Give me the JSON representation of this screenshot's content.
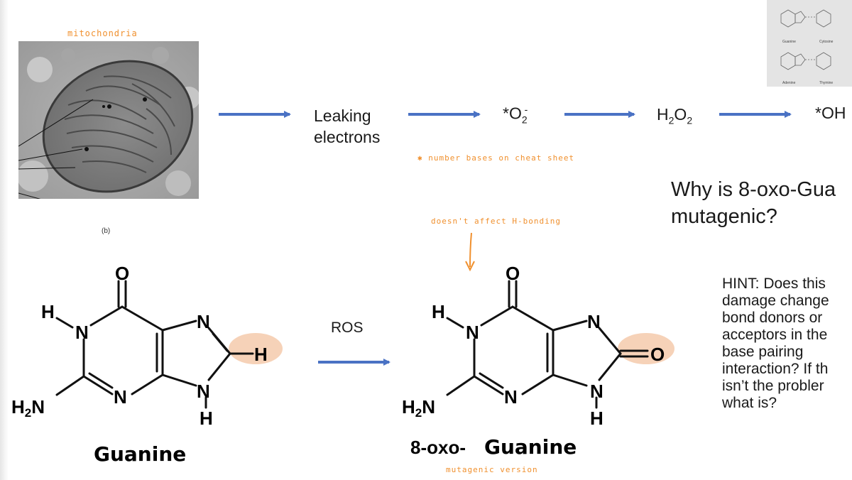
{
  "annotations": {
    "mitochondria": "mitochondria",
    "number_bases": "number bases on cheat sheet",
    "no_hbond": "doesn't affect H-bonding",
    "mutagenic_version": "mutagenic version"
  },
  "micrograph": {
    "caption": "(b)"
  },
  "thumbnail": {
    "labels": [
      "Guanine",
      "Cytosine",
      "Adenine",
      "Thymine"
    ]
  },
  "pathway": {
    "step1_line1": "Leaking",
    "step1_line2": "electrons",
    "superoxide": "*O",
    "superoxide_sub": "2",
    "superoxide_sup": "-",
    "peroxide_a": "H",
    "peroxide_sub1": "2",
    "peroxide_b": "O",
    "peroxide_sub2": "2",
    "hydroxyl": "*OH"
  },
  "reaction": {
    "arrow_label": "ROS"
  },
  "guanine": {
    "name": "Guanine",
    "atoms": {
      "O": "O",
      "N1": "N",
      "N3": "N",
      "N7": "N",
      "N9": "N",
      "H1": "H",
      "H8": "H",
      "H9": "H",
      "NH2_H": "H",
      "NH2_sub": "2",
      "NH2_N": "N"
    }
  },
  "oxoguanine": {
    "prefix": "8-oxo-",
    "name": "Guanine",
    "atoms": {
      "O6": "O",
      "O8": "O",
      "N1": "N",
      "N3": "N",
      "N7": "N",
      "N9": "N",
      "H1": "H",
      "H9": "H",
      "NH2_H": "H",
      "NH2_sub": "2",
      "NH2_N": "N"
    }
  },
  "question": {
    "line1": "Why is 8-oxo-Gua",
    "line2": "mutagenic?"
  },
  "hint": {
    "lines": [
      "HINT: Does this",
      "damage change",
      "bond donors or",
      "acceptors in the",
      "base pairing",
      "interaction? If th",
      "isn’t the probler",
      "what is?"
    ]
  },
  "colors": {
    "arrow": "#4a72c4",
    "annotation": "#f0902e",
    "highlight": "#f6d2b8"
  }
}
